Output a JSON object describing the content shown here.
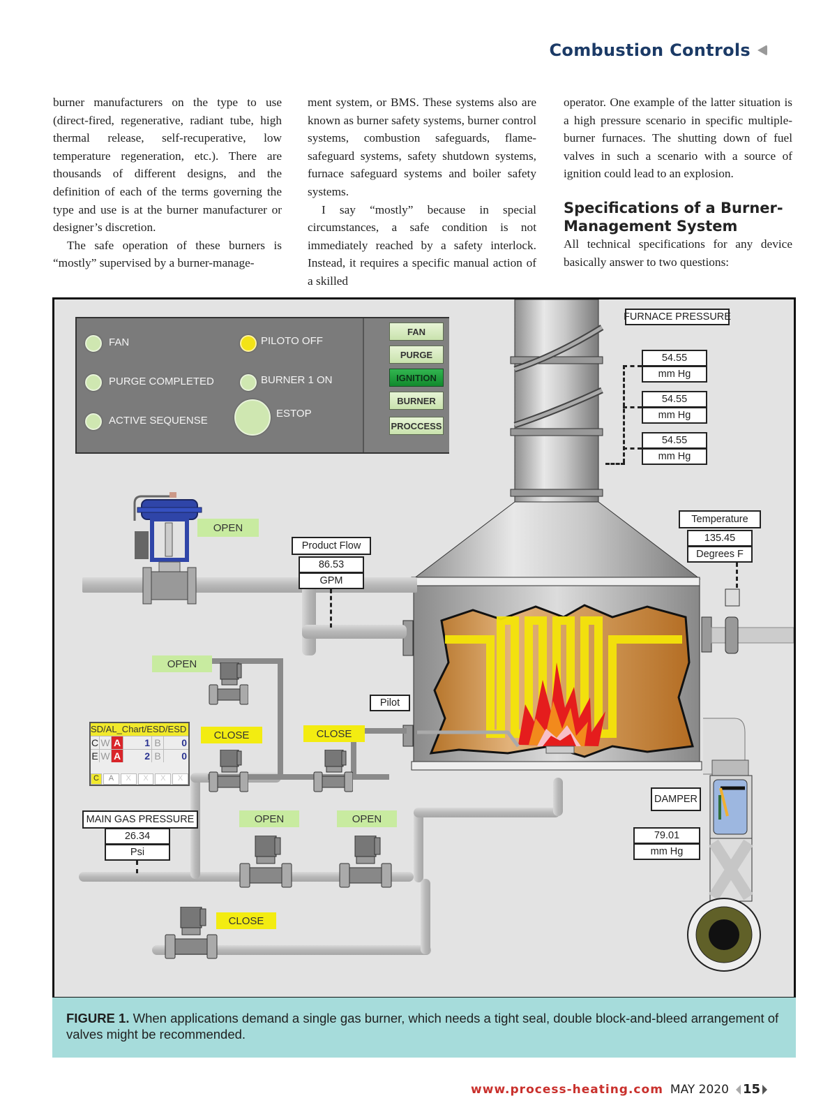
{
  "header": {
    "section_title": "Combustion Controls"
  },
  "article": {
    "col1": [
      "burner manufacturers on the type to use (direct-fired, regenerative, radiant tube, high thermal release, self-recuperative, low temperature regeneration, etc.). There are thousands of different designs, and the definition of each of the terms governing the type and use is at the burner manufacturer or designer’s discretion.",
      "The safe operation of these burners is “mostly” supervised by a burner-manage-"
    ],
    "col2": [
      "ment system, or BMS. These systems also are known as burner safety systems, burner control systems, combustion safeguards, flame-safeguard systems, safety shutdown systems, furnace safeguard systems and boiler safety systems.",
      "I say “mostly” because in special circumstances, a safe condition is not immediately reached by a safety interlock. Instead, it requires a specific manual action of a skilled"
    ],
    "col3": [
      "operator. One example of the latter situation is a high pressure scenario in specific multiple-burner furnaces. The shutting down of fuel valves in such a scenario with a source of ignition could lead to an explosion."
    ],
    "heading": "Specifications of a Burner-Management System",
    "col3_after": "All technical specifications for any device basically answer to two questions:"
  },
  "figure": {
    "status_panel": {
      "indicators": [
        {
          "label": "FAN",
          "state": "green"
        },
        {
          "label": "PURGE COMPLETED",
          "state": "green"
        },
        {
          "label": "ACTIVE SEQUENSE",
          "state": "green"
        },
        {
          "label": "PILOTO OFF",
          "state": "yellow"
        },
        {
          "label": "BURNER 1 ON",
          "state": "green"
        },
        {
          "label": "ESTOP",
          "state": "green"
        }
      ],
      "sequence_buttons": [
        {
          "label": "FAN",
          "active": false
        },
        {
          "label": "PURGE",
          "active": false
        },
        {
          "label": "IGNITION",
          "active": true
        },
        {
          "label": "BURNER",
          "active": false
        },
        {
          "label": "PROCCESS",
          "active": false
        }
      ]
    },
    "furnace_pressure": {
      "label": "FURNACE PRESSURE",
      "readings": [
        {
          "value": "54.55",
          "unit": "mm Hg"
        },
        {
          "value": "54.55",
          "unit": "mm Hg"
        },
        {
          "value": "54.55",
          "unit": "mm Hg"
        }
      ]
    },
    "control_valve_status": "OPEN",
    "product_flow": {
      "label": "Product Flow",
      "value": "86.53",
      "unit": "GPM"
    },
    "temperature": {
      "label": "Temperature",
      "value": "135.45",
      "unit": "Degrees F"
    },
    "pilot_label": "Pilot",
    "valve_tags": {
      "pilot_upper": "OPEN",
      "block_left": "CLOSE",
      "block_right": "CLOSE",
      "main_left": "OPEN",
      "main_right": "OPEN",
      "bleed": "CLOSE"
    },
    "esd_table": {
      "header": "SD/AL_Chart/ESD/ESD",
      "rows": [
        {
          "c": "C",
          "w": "W",
          "a": "A",
          "n": "1",
          "b": "B",
          "v": "0"
        },
        {
          "c": "E",
          "w": "W",
          "a": "A",
          "n": "2",
          "b": "B",
          "v": "0"
        }
      ],
      "footer": [
        "C",
        "A",
        "X",
        "X",
        "X",
        "X"
      ]
    },
    "main_gas_pressure": {
      "label": "MAIN GAS PRESSURE",
      "value": "26.34",
      "unit": "Psi"
    },
    "damper": {
      "label": "DAMPER",
      "value": "79.01",
      "unit": "mm Hg"
    }
  },
  "caption": {
    "label": "FIGURE 1.",
    "text": "When applications demand a single gas burner, which needs a tight seal, double block-and-bleed arrangement of valves might be recommended."
  },
  "footer": {
    "url": "www.process-heating.com",
    "date": "MAY 2020",
    "page": "15"
  }
}
